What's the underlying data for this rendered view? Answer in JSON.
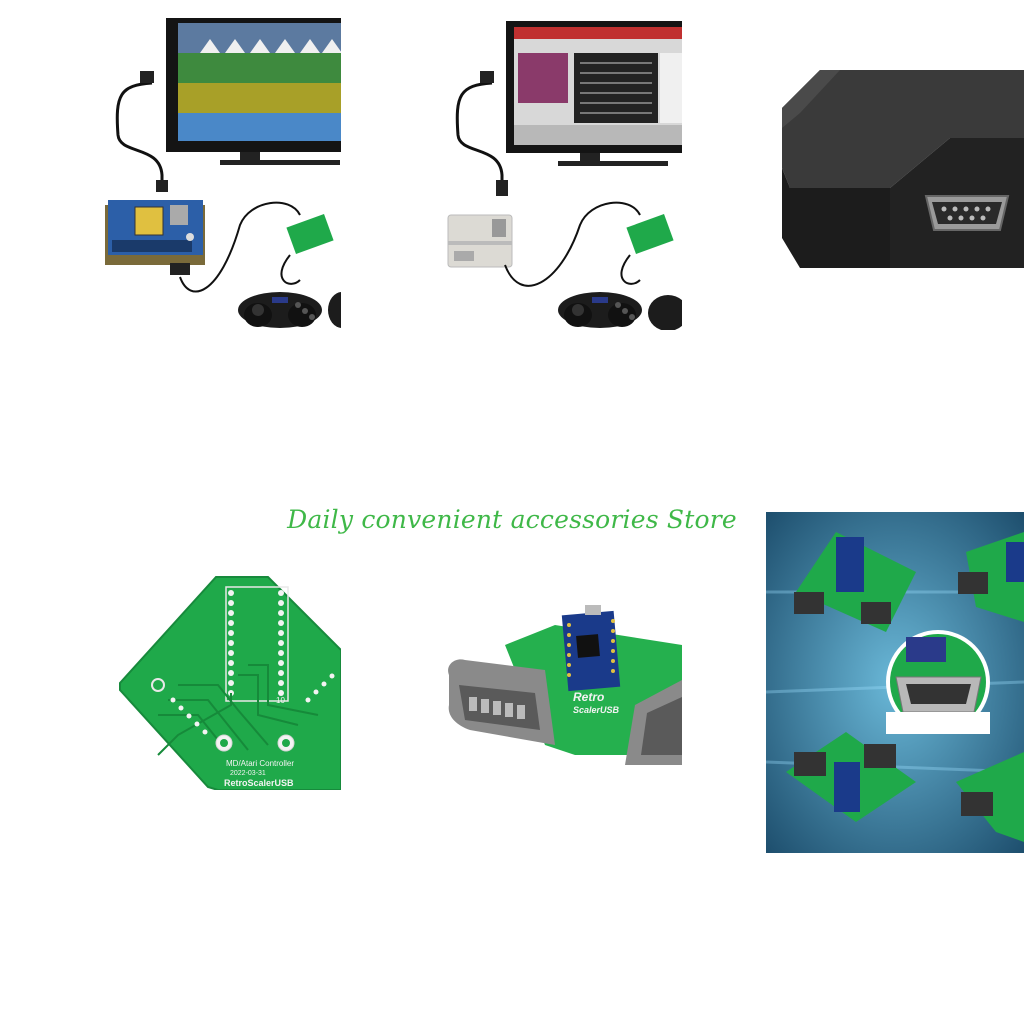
{
  "store": {
    "name": "Daily convenient accessories Store"
  },
  "tiles": {
    "retropie_setup": {
      "icon": "hdmi-cable-icon"
    },
    "mini_console_setup": {
      "icon": "hdmi-cable-icon"
    },
    "adapter_case": {
      "icon": "db9-port-icon"
    },
    "bare_pcb": {
      "silk_line1": "MD/Atari Controller",
      "silk_line2": "2022-03-31",
      "silk_line3": "RetroScalerUSB",
      "pin_label": "10",
      "icon": "circuit-board-icon"
    },
    "snes_pcb": {
      "silk_line1": "Retro",
      "silk_line2": "ScalerUSB",
      "icon": "snes-connector-icon"
    },
    "collage": {
      "icon": "circuit-board-icon"
    }
  },
  "colors": {
    "pcb_green": "#1fa94a",
    "accent_text": "#3fb848",
    "tv_black": "#141414",
    "collage_blue": "#2a6a8c"
  }
}
